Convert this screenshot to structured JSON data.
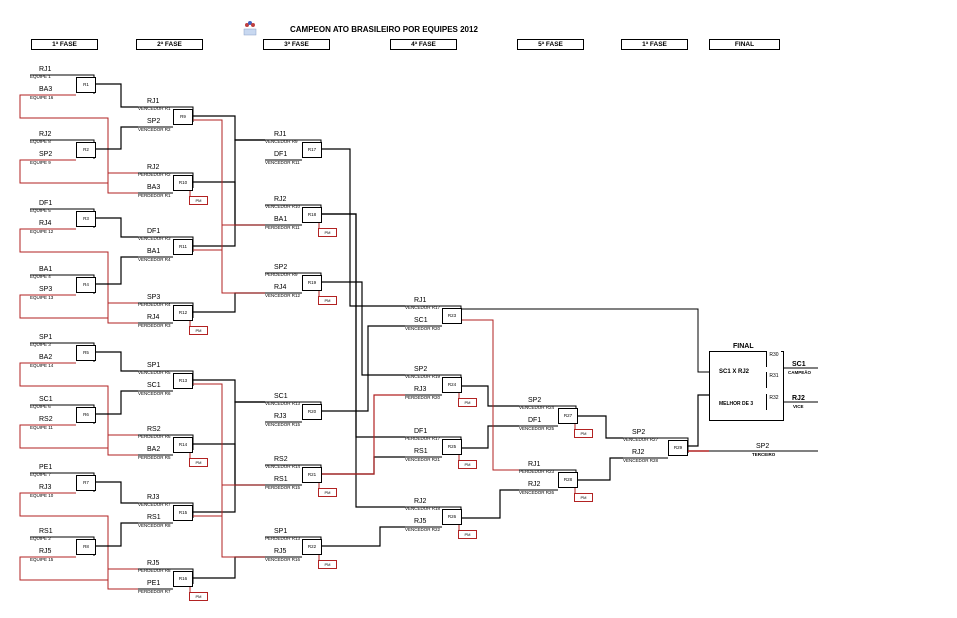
{
  "title": "CAMPEON ATO BRASILEIRO POR EQUIPES 2012",
  "logo_icon": "trophy-logo-icon",
  "phases": [
    "1ª FASE",
    "2ª FASE",
    "3ª FASE",
    "4ª FASE",
    "5ª FASE",
    "1ª FASE",
    "FINAL"
  ],
  "pm_label": "PM",
  "round1": [
    {
      "id": "R1",
      "top": "RJ1",
      "top_sub": "EQUIPE 1",
      "bottom": "BA3",
      "bottom_sub": "EQUIPE 16"
    },
    {
      "id": "R2",
      "top": "RJ2",
      "top_sub": "EQUIPE 8",
      "bottom": "SP2",
      "bottom_sub": "EQUIPE 9"
    },
    {
      "id": "R3",
      "top": "DF1",
      "top_sub": "EQUIPE 5",
      "bottom": "RJ4",
      "bottom_sub": "EQUIPE 12"
    },
    {
      "id": "R4",
      "top": "BA1",
      "top_sub": "EQUIPE 4",
      "bottom": "SP3",
      "bottom_sub": "EQUIPE 13"
    },
    {
      "id": "R5",
      "top": "SP1",
      "top_sub": "EQUIPE 3",
      "bottom": "BA2",
      "bottom_sub": "EQUIPE 14"
    },
    {
      "id": "R6",
      "top": "SC1",
      "top_sub": "EQUIPE 6",
      "bottom": "RS2",
      "bottom_sub": "EQUIPE 11"
    },
    {
      "id": "R7",
      "top": "PE1",
      "top_sub": "EQUIPE 7",
      "bottom": "RJ3",
      "bottom_sub": "EQUIPE 10"
    },
    {
      "id": "R8",
      "top": "RS1",
      "top_sub": "EQUIPE 2",
      "bottom": "RJ5",
      "bottom_sub": "EQUIPE 15"
    }
  ],
  "round2": [
    {
      "id": "R9",
      "top": "RJ1",
      "top_sub": "VENCEDOR R1",
      "bottom": "SP2",
      "bottom_sub": "VENCEDOR R2"
    },
    {
      "id": "R10",
      "top": "RJ2",
      "top_sub": "PERDEDOR R2",
      "bottom": "BA3",
      "bottom_sub": "PERDEDOR R1",
      "pm": true
    },
    {
      "id": "R11",
      "top": "DF1",
      "top_sub": "VENCEDOR R3",
      "bottom": "BA1",
      "bottom_sub": "VENCEDOR R4"
    },
    {
      "id": "R12",
      "top": "SP3",
      "top_sub": "PERDEDOR R4",
      "bottom": "RJ4",
      "bottom_sub": "PERDEDOR R3",
      "pm": true
    },
    {
      "id": "R13",
      "top": "SP1",
      "top_sub": "VENCEDOR R5",
      "bottom": "SC1",
      "bottom_sub": "VENCEDOR R6"
    },
    {
      "id": "R14",
      "top": "RS2",
      "top_sub": "PERDEDOR R6",
      "bottom": "BA2",
      "bottom_sub": "PERDEDOR R5",
      "pm": true
    },
    {
      "id": "R15",
      "top": "RJ3",
      "top_sub": "VENCEDOR R7",
      "bottom": "RS1",
      "bottom_sub": "VENCEDOR R8"
    },
    {
      "id": "R16",
      "top": "RJ5",
      "top_sub": "PERDEDOR R8",
      "bottom": "PE1",
      "bottom_sub": "PERDEDOR R7",
      "pm": true
    }
  ],
  "round3": [
    {
      "id": "R17",
      "top": "RJ1",
      "top_sub": "VENCEDOR R9",
      "bottom": "DF1",
      "bottom_sub": "VENCEDOR R11"
    },
    {
      "id": "R18",
      "top": "RJ2",
      "top_sub": "VENCEDOR R10",
      "bottom": "BA1",
      "bottom_sub": "PERDEDOR R11",
      "pm": true
    },
    {
      "id": "R19",
      "top": "SP2",
      "top_sub": "PERDEDOR R9",
      "bottom": "RJ4",
      "bottom_sub": "VENCEDOR R12",
      "pm": true
    },
    {
      "id": "R20",
      "top": "SC1",
      "top_sub": "VENCEDOR R13",
      "bottom": "RJ3",
      "bottom_sub": "VENCEDOR R15"
    },
    {
      "id": "R21",
      "top": "RS2",
      "top_sub": "VENCEDOR R14",
      "bottom": "RS1",
      "bottom_sub": "PERDEDOR R15",
      "pm": true
    },
    {
      "id": "R22",
      "top": "SP1",
      "top_sub": "PERDEDOR R13",
      "bottom": "RJ5",
      "bottom_sub": "VENCEDOR R16",
      "pm": true
    }
  ],
  "round4": [
    {
      "id": "R23",
      "top": "RJ1",
      "top_sub": "VENCEDOR R17",
      "bottom": "SC1",
      "bottom_sub": "VENCEDOR R20"
    },
    {
      "id": "R24",
      "top": "SP2",
      "top_sub": "VENCEDOR R19",
      "bottom": "RJ3",
      "bottom_sub": "PERDEDOR R20",
      "pm": true
    },
    {
      "id": "R25",
      "top": "DF1",
      "top_sub": "PERDEDOR R17",
      "bottom": "RS1",
      "bottom_sub": "VENCEDOR R21",
      "pm": true
    },
    {
      "id": "R26",
      "top": "RJ2",
      "top_sub": "VENCEDOR R18",
      "bottom": "RJ5",
      "bottom_sub": "VENCEDOR R22",
      "pm": true
    }
  ],
  "round5": [
    {
      "id": "R27",
      "top": "SP2",
      "top_sub": "VENCEDOR R24",
      "bottom": "DF1",
      "bottom_sub": "VENCEDOR R25",
      "pm": true
    },
    {
      "id": "R28",
      "top": "RJ1",
      "top_sub": "PERDEDOR R23",
      "bottom": "RJ2",
      "bottom_sub": "VENCEDOR R26",
      "pm": true
    }
  ],
  "round6": [
    {
      "id": "R29",
      "top": "SP2",
      "top_sub": "VENCEDOR R27",
      "bottom": "RJ2",
      "bottom_sub": "VENCEDOR R28"
    }
  ],
  "final": {
    "label": "FINAL",
    "match": "SC1 X RJ2",
    "best_of": "MELHOR DE 3",
    "codes": [
      "R30",
      "R31",
      "R32"
    ],
    "champion_team": "SC1",
    "champion_label": "CAMPEÃO",
    "vice_team": "RJ2",
    "vice_label": "VICE",
    "third_team": "SP2",
    "third_label": "TERCEIRO"
  }
}
